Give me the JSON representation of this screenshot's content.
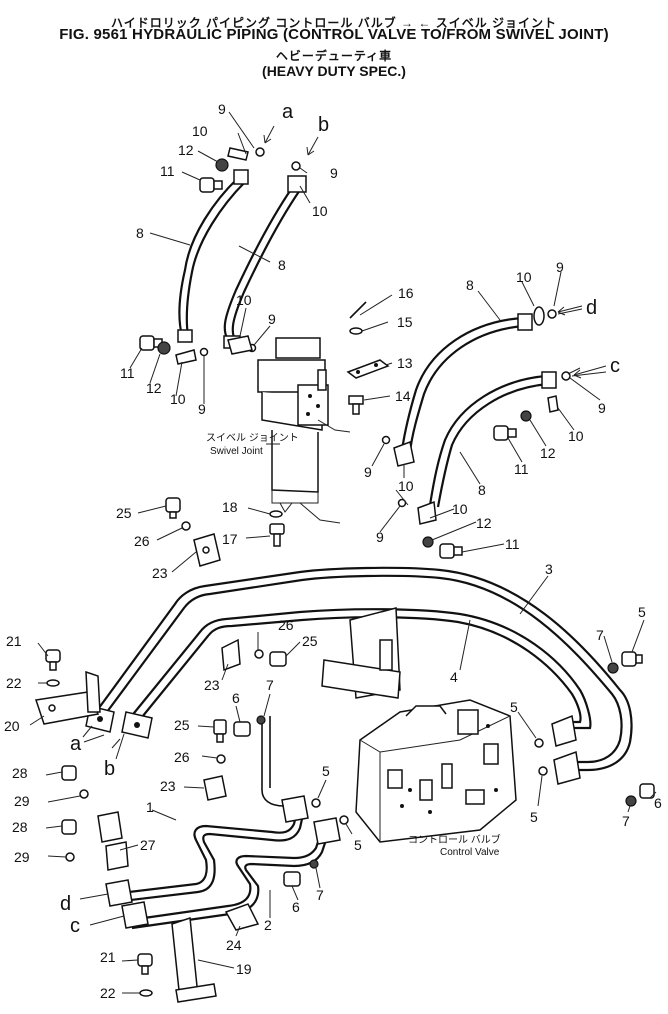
{
  "header": {
    "title_jp": "ハイドロリック パイピング コントロール バルブ → ← スイベル ジョイント",
    "title": "FIG. 9561 HYDRAULIC PIPING (CONTROL VALVE TO/FROM SWIVEL JOINT)",
    "subtitle_jp": "ヘビーデューティ車",
    "subtitle": "(HEAVY DUTY SPEC.)"
  },
  "components": {
    "swivel_joint_jp": "スイベル ジョイント",
    "swivel_joint": "Swivel Joint",
    "control_valve_jp": "コントロール バルブ",
    "control_valve": "Control Valve"
  },
  "callouts": {
    "a": "a",
    "b": "b",
    "c": "c",
    "d": "d",
    "n1": "1",
    "n2": "2",
    "n3": "3",
    "n4": "4",
    "n5": "5",
    "n6": "6",
    "n7": "7",
    "n8": "8",
    "n9": "9",
    "n10": "10",
    "n11": "11",
    "n12": "12",
    "n13": "13",
    "n14": "14",
    "n15": "15",
    "n16": "16",
    "n17": "17",
    "n18": "18",
    "n19": "19",
    "n20": "20",
    "n21": "21",
    "n22": "22",
    "n23": "23",
    "n24": "24",
    "n25": "25",
    "n26": "26",
    "n27": "27",
    "n28": "28",
    "n29": "29"
  }
}
